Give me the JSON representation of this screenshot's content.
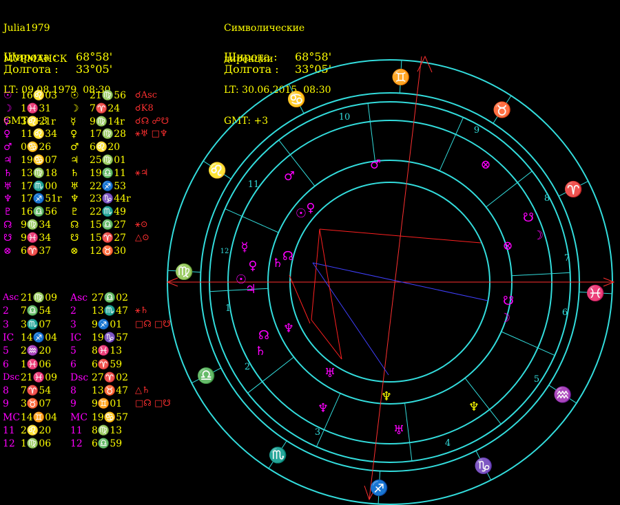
{
  "natal": {
    "name": "Julia1979",
    "city": "МУРМАНСК",
    "lt": "LT: 09.08.1979  08:30",
    "gmt": "GMT: +3",
    "lat_label": "Широта :",
    "lat_value": "68°58'",
    "lon_label": "Долгота :",
    "lon_value": "33°05'"
  },
  "directed": {
    "title1": "Символические",
    "title2": "дирекции",
    "lt": "LT: 30.06.2015  08:30",
    "gmt": "GMT: +3",
    "lat_label": "Широта :",
    "lat_value": "68°58'",
    "lon_label": "Долгота :",
    "lon_value": "33°05'"
  },
  "planets": [
    {
      "glyph": "☉",
      "name": "sun",
      "natal": "16♌03",
      "dir": "21♍56",
      "aspect": "☌Asc",
      "aspect_color": "#ff3030"
    },
    {
      "glyph": "☽",
      "name": "moon",
      "natal": "1♓31",
      "dir": "7♈24",
      "aspect": "☌K8",
      "aspect_color": "#ff3030"
    },
    {
      "glyph": "☿",
      "name": "mercury",
      "natal": "3♌21r",
      "dir": "9♍14r",
      "aspect": "☌☊  ☍☋",
      "aspect_color": "#ff3030"
    },
    {
      "glyph": "♀",
      "name": "venus",
      "natal": "11♌34",
      "dir": "17♍28",
      "aspect": "⚹♅  □♆",
      "aspect_color": "#ff3030"
    },
    {
      "glyph": "♂",
      "name": "mars",
      "natal": "0♋26",
      "dir": "6♌20",
      "aspect": "",
      "aspect_color": "#ff3030"
    },
    {
      "glyph": "♃",
      "name": "jupiter",
      "natal": "19♋07",
      "dir": "25♍01",
      "aspect": "",
      "aspect_color": "#ff3030"
    },
    {
      "glyph": "♄",
      "name": "saturn",
      "natal": "13♍18",
      "dir": "19♎11",
      "aspect": "⚹♃",
      "aspect_color": "#ff3030"
    },
    {
      "glyph": "♅",
      "name": "uranus",
      "natal": "17♏00",
      "dir": "22♐53",
      "aspect": "",
      "aspect_color": "#ff3030"
    },
    {
      "glyph": "♆",
      "name": "neptune",
      "natal": "17♐51r",
      "dir": "23♑44r",
      "aspect": "",
      "aspect_color": "#ff3030"
    },
    {
      "glyph": "♇",
      "name": "pluto",
      "natal": "16♎56",
      "dir": "22♏49",
      "aspect": "",
      "aspect_color": "#ff3030"
    },
    {
      "glyph": "☊",
      "name": "north-node",
      "natal": "9♍34",
      "dir": "15♎27",
      "aspect": "⚹⊙",
      "aspect_color": "#ff3030"
    },
    {
      "glyph": "☋",
      "name": "south-node",
      "natal": "9♓34",
      "dir": "15♈27",
      "aspect": "△⊙",
      "aspect_color": "#ff3030"
    },
    {
      "glyph": "⊗",
      "name": "part-of-fortune",
      "natal": "6♈37",
      "dir": "12♉30",
      "aspect": "",
      "aspect_color": "#ff3030"
    }
  ],
  "houses": [
    {
      "label": "Asc",
      "natal": "21♍09",
      "dir_label": "Asc",
      "dir": "27♎02",
      "aspect": ""
    },
    {
      "label": "2",
      "natal": "7♎54",
      "dir_label": "2",
      "dir": "13♏47",
      "aspect": "⚹♄"
    },
    {
      "label": "3",
      "natal": "3♏07",
      "dir_label": "3",
      "dir": "9♐01",
      "aspect": "□☊ □☋"
    },
    {
      "label": "IC",
      "natal": "14♐04",
      "dir_label": "IC",
      "dir": "19♑57",
      "aspect": ""
    },
    {
      "label": "5",
      "natal": "2♒20",
      "dir_label": "5",
      "dir": "8♓13",
      "aspect": ""
    },
    {
      "label": "6",
      "natal": "1♓06",
      "dir_label": "6",
      "dir": "6♈59",
      "aspect": ""
    },
    {
      "label": "Dsc",
      "natal": "21♓09",
      "dir_label": "Dsc",
      "dir": "27♈02",
      "aspect": ""
    },
    {
      "label": "8",
      "natal": "7♈54",
      "dir_label": "8",
      "dir": "13♉47",
      "aspect": "△♄"
    },
    {
      "label": "9",
      "natal": "3♉07",
      "dir_label": "9",
      "dir": "9♊01",
      "aspect": "□☊ □☋"
    },
    {
      "label": "MC",
      "natal": "14♊04",
      "dir_label": "MC",
      "dir": "19♋57",
      "aspect": ""
    },
    {
      "label": "11",
      "natal": "2♌20",
      "dir_label": "11",
      "dir": "8♍13",
      "aspect": ""
    },
    {
      "label": "12",
      "natal": "1♍06",
      "dir_label": "12",
      "dir": "6♎59",
      "aspect": ""
    }
  ],
  "wheel": {
    "signs_outer": [
      "♊",
      "♉",
      "♈",
      "♓",
      "♒",
      "♑",
      "♐",
      "♏",
      "♎",
      "♍",
      "♌",
      "♋"
    ],
    "house_numbers": [
      "1",
      "2",
      "3",
      "4",
      "5",
      "6",
      "7",
      "8",
      "9",
      "10",
      "11",
      "12"
    ],
    "colors": {
      "ring": "#33dddd",
      "natal": "#ffff00",
      "directed": "#ff00ff",
      "axis": "#ff3030",
      "aspect_blue": "#4040ff",
      "aspect_red": "#ff2020"
    }
  }
}
